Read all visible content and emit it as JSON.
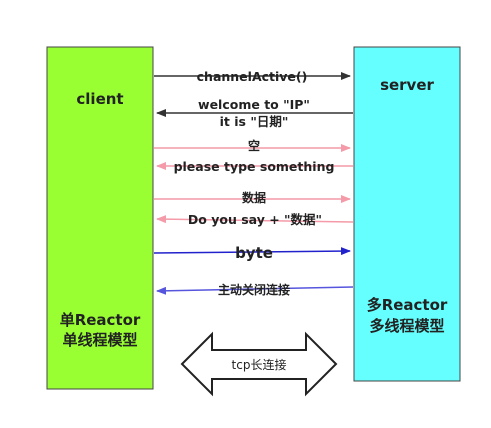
{
  "client": {
    "title": "client",
    "model_line1": "单Reactor",
    "model_line2": "单线程模型",
    "fill": "#99ff33"
  },
  "server": {
    "title": "server",
    "model_line1": "多Reactor",
    "model_line2": "多线程模型",
    "fill": "#66ffff"
  },
  "messages": [
    {
      "id": "channel-active",
      "text": "channelActive()",
      "direction": "to-server",
      "color": "#333333"
    },
    {
      "id": "welcome",
      "text": "welcome to \"IP\"",
      "text2": "it is \"日期\"",
      "direction": "to-client",
      "color": "#333333"
    },
    {
      "id": "empty",
      "text": "空",
      "direction": "to-server",
      "color": "#f49aa8"
    },
    {
      "id": "please-type",
      "text": "please type something",
      "direction": "to-client",
      "color": "#f49aa8"
    },
    {
      "id": "data",
      "text": "数据",
      "direction": "to-server",
      "color": "#f49aa8"
    },
    {
      "id": "you-say",
      "text": "Do you say + \"数据\"",
      "direction": "to-client",
      "color": "#f49aa8"
    },
    {
      "id": "byte",
      "text": "byte",
      "direction": "to-server",
      "color": "#2222cc"
    },
    {
      "id": "close",
      "text": "主动关闭连接",
      "direction": "to-client",
      "color": "#5555dd"
    }
  ],
  "connection": {
    "label": "tcp长连接"
  }
}
